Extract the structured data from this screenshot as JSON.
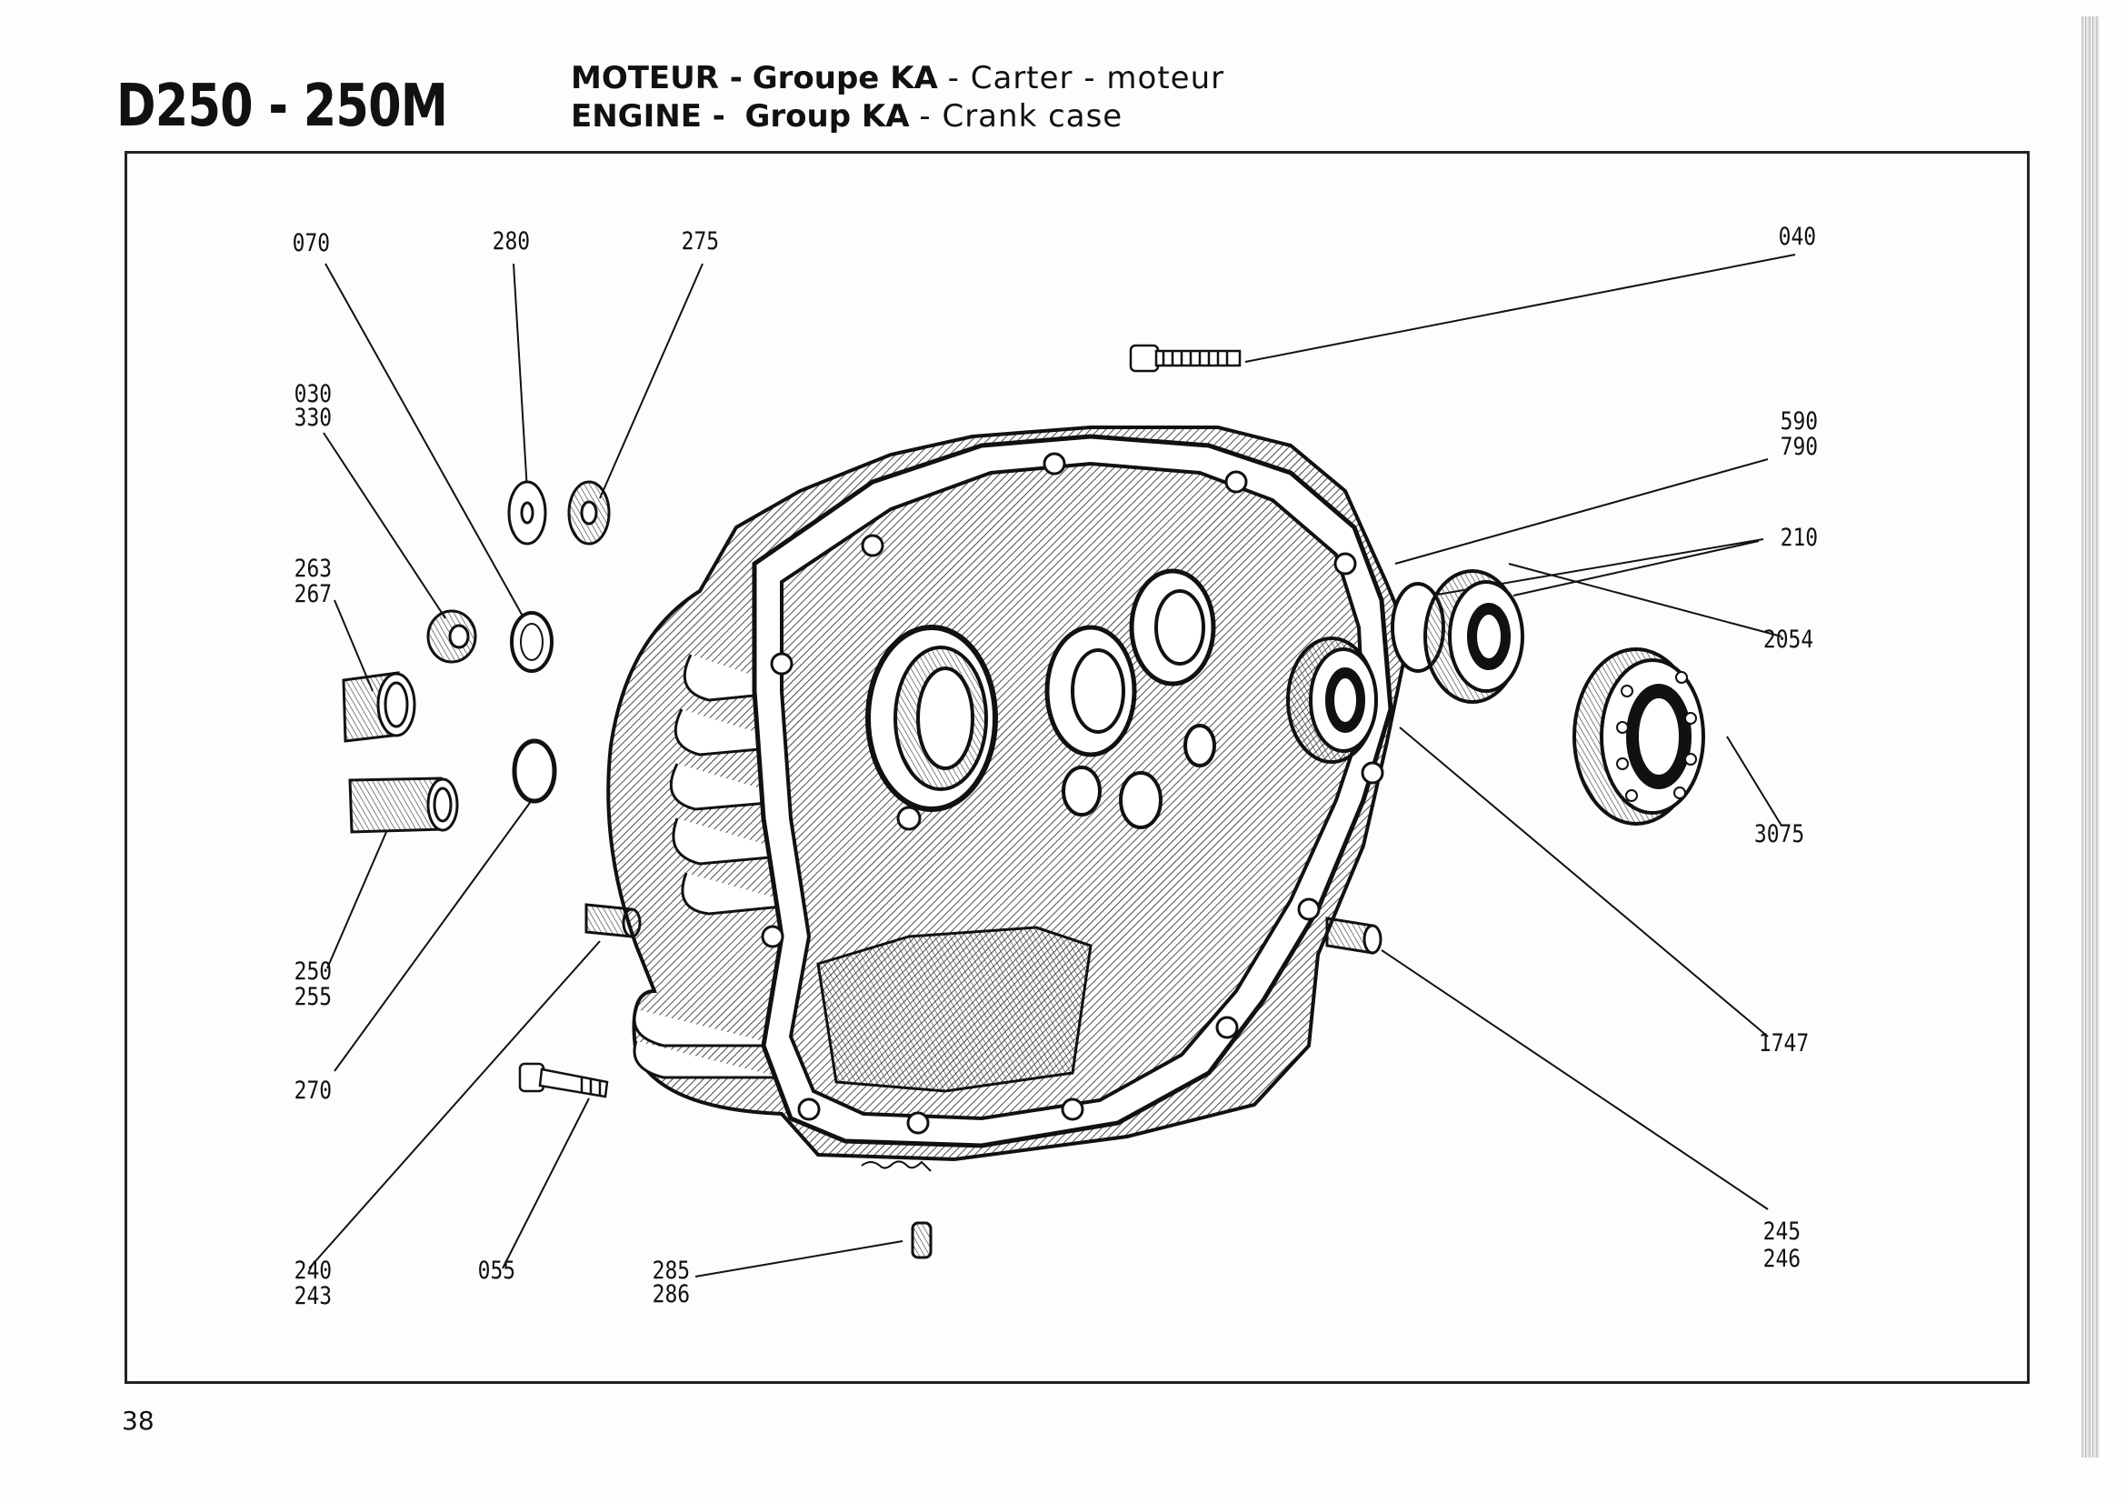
{
  "header": {
    "model": "D250 - 250M",
    "fr_section": "MOTEUR -",
    "fr_group": "Groupe KA",
    "fr_part": "- Carter  -  moteur",
    "en_section": "ENGINE -",
    "en_group": "Group KA",
    "en_part": "- Crank case"
  },
  "callouts": {
    "c070": "070",
    "c280": "280",
    "c275": "275",
    "c040": "040",
    "c030": "030",
    "c330": "330",
    "c263": "263",
    "c267": "267",
    "c590": "590",
    "c790": "790",
    "c210": "210",
    "c2054": "2054",
    "c3075": "3075",
    "c250": "250",
    "c255": "255",
    "c270": "270",
    "c1747": "1747",
    "c245": "245",
    "c246": "246",
    "c240": "240",
    "c243": "243",
    "c055": "055",
    "c285": "285",
    "c286": "286"
  },
  "page_number": "38"
}
